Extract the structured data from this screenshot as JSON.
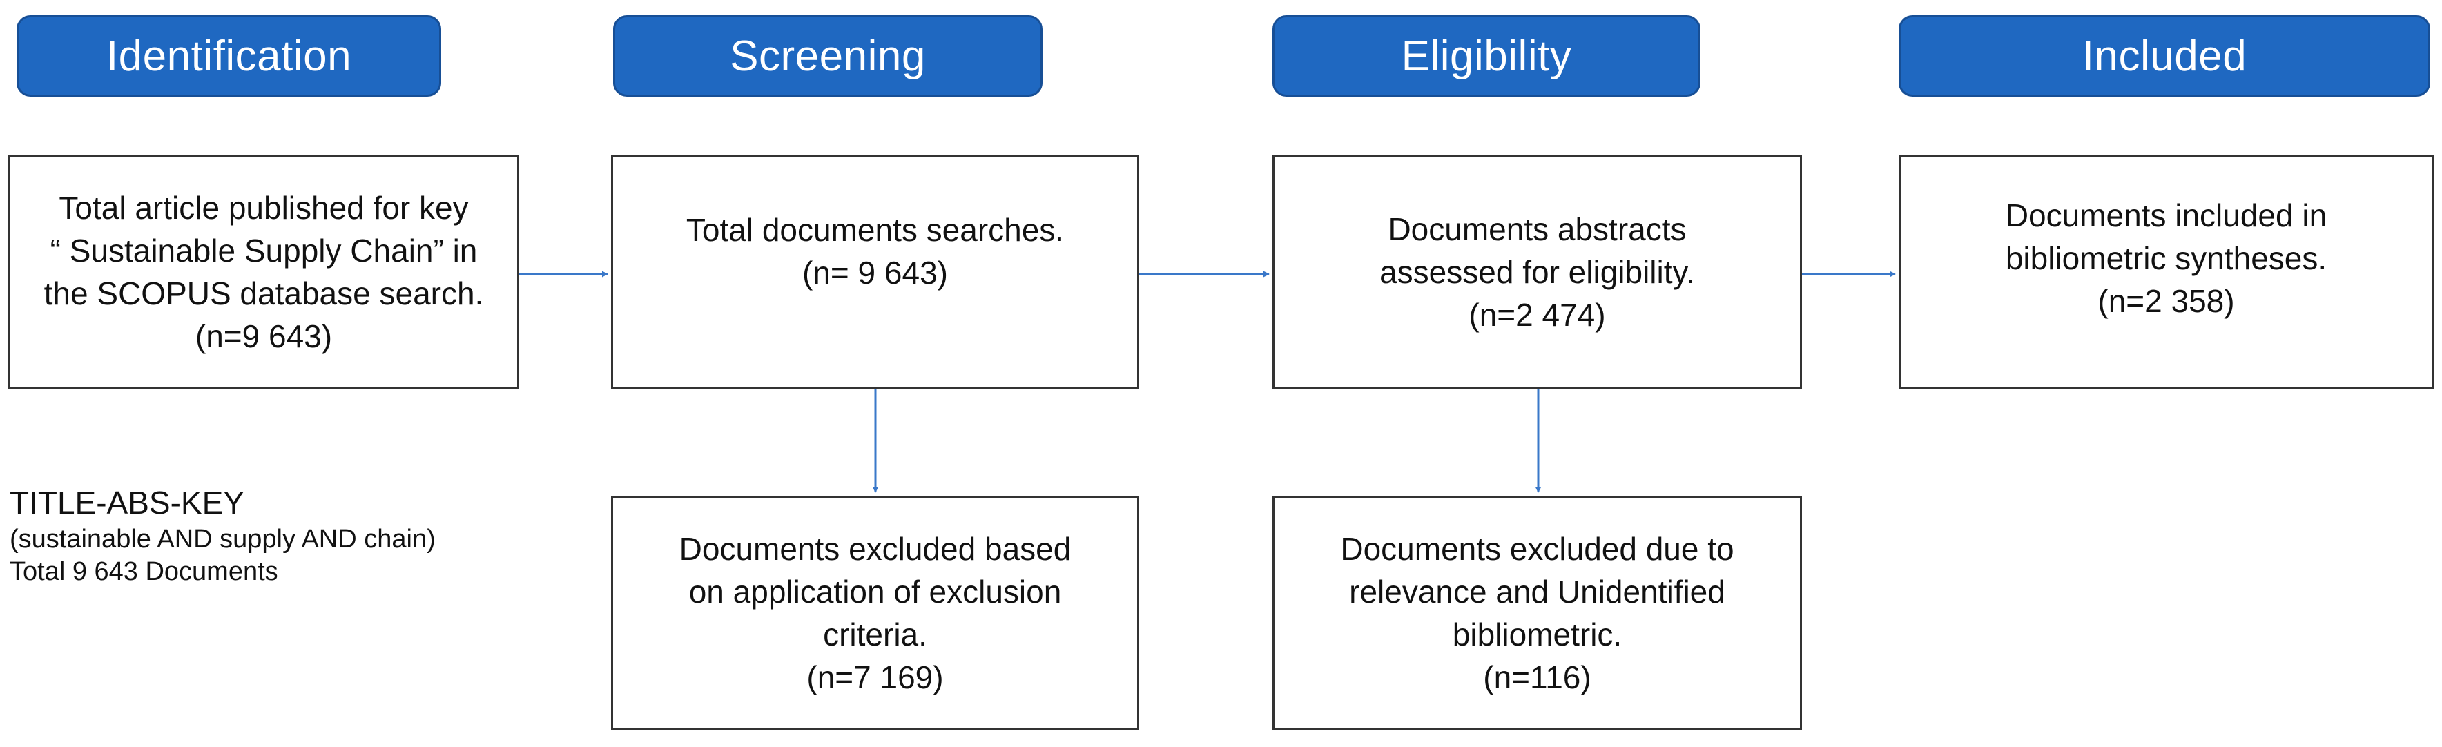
{
  "colors": {
    "header_fill": "#1f68c1",
    "header_border": "#174f96",
    "arrow": "#3a78c9",
    "box_border": "#333333"
  },
  "headers": [
    "Identification",
    "Screening",
    "Eligibility",
    "Included"
  ],
  "boxes": {
    "identification": {
      "text": "Total article published for key\n“ Sustainable Supply Chain” in\nthe SCOPUS database search.",
      "count": "(n=9 643)"
    },
    "screening": {
      "text": "Total documents searches.",
      "count": "(n= 9 643)"
    },
    "eligibility": {
      "text": "Documents abstracts\nassessed for eligibility.",
      "count": "(n=2 474)"
    },
    "included": {
      "text": "Documents included in\nbibliometric syntheses.",
      "count": "(n=2 358)"
    },
    "screening_excluded": {
      "text": "Documents excluded based\non application of exclusion\ncriteria.",
      "count": "(n=7 169)"
    },
    "eligibility_excluded": {
      "text": "Documents excluded due to\nrelevance and Unidentified\nbibliometric.",
      "count": "(n=116)"
    }
  },
  "query": {
    "keyword": "TITLE-ABS-KEY",
    "terms": "(sustainable  AND supply  AND chain)",
    "total": "Total 9 643 Documents"
  }
}
